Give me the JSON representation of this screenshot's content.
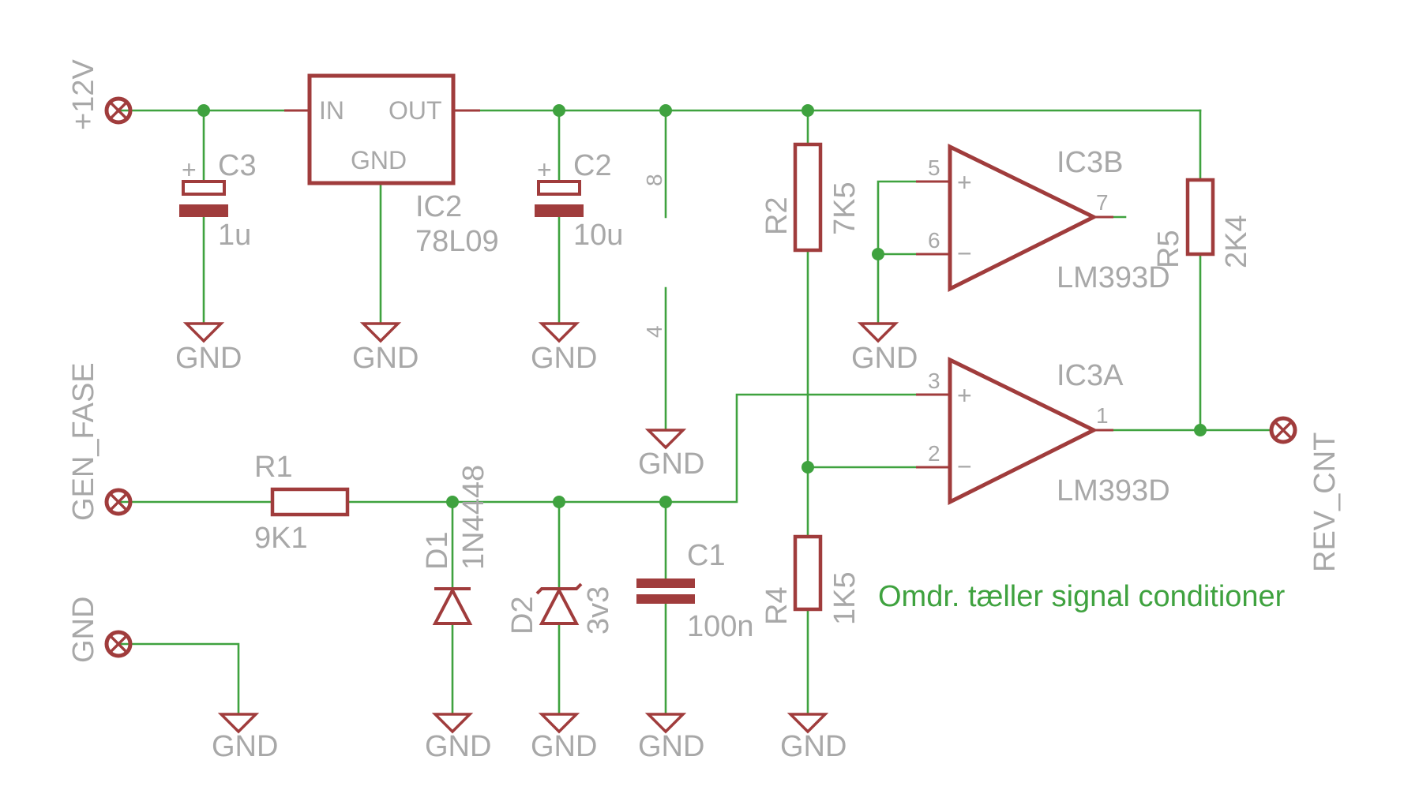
{
  "colors": {
    "wire": "#3fa23f",
    "symbol": "#a03c3c",
    "label": "#a8a8a8",
    "note": "#3fa23f"
  },
  "ports": {
    "v12": "+12V",
    "gen_fase": "GEN_FASE",
    "gnd_in": "GND",
    "rev_cnt": "REV_CNT"
  },
  "regulator": {
    "name": "IC2",
    "value": "78L09",
    "pin_in": "IN",
    "pin_out": "OUT",
    "pin_gnd": "GND"
  },
  "c3": {
    "name": "C3",
    "value": "1u",
    "polarity": "+"
  },
  "c2": {
    "name": "C2",
    "value": "10u",
    "polarity": "+"
  },
  "c1": {
    "name": "C1",
    "value": "100n"
  },
  "r1": {
    "name": "R1",
    "value": "9K1"
  },
  "r2": {
    "name": "R2",
    "value": "7K5"
  },
  "r4": {
    "name": "R4",
    "value": "1K5"
  },
  "r5": {
    "name": "R5",
    "value": "2K4"
  },
  "d1": {
    "name": "D1",
    "value": "1N4448"
  },
  "d2": {
    "name": "D2",
    "value": "3v3"
  },
  "supply_pins": {
    "vcc": "8",
    "gnd": "4"
  },
  "ic3b": {
    "name": "IC3B",
    "value": "LM393D",
    "pin_plus": "5",
    "pin_minus": "6",
    "pin_out": "7",
    "plus": "+",
    "minus": "−"
  },
  "ic3a": {
    "name": "IC3A",
    "value": "LM393D",
    "pin_plus": "3",
    "pin_minus": "2",
    "pin_out": "1",
    "plus": "+",
    "minus": "−"
  },
  "gnd_label": "GND",
  "note": "Omdr. tæller signal conditioner"
}
